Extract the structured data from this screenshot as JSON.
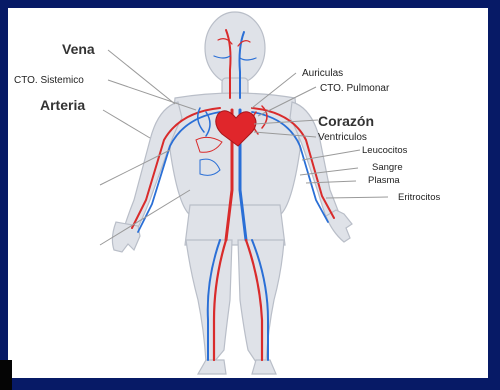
{
  "labels": {
    "vena": "Vena",
    "cto_sistemico": "CTO. Sistemico",
    "arteria": "Arteria",
    "auriculas": "Auriculas",
    "cto_pulmonar": "CTO. Pulmonar",
    "corazon": "Corazón",
    "ventriculos": "Ventriculos",
    "leucocitos": "Leucocitos",
    "sangre": "Sangre",
    "plasma": "Plasma",
    "eritrocitos": "Eritrocitos"
  },
  "colors": {
    "background": "#071a66",
    "panel": "#ffffff",
    "body_fill": "#dfe2e8",
    "body_outline": "#b9bec8",
    "artery": "#d92b2b",
    "vein": "#2a6fd6",
    "heart": "#e0262b",
    "leader_line": "#9a9a9a"
  }
}
